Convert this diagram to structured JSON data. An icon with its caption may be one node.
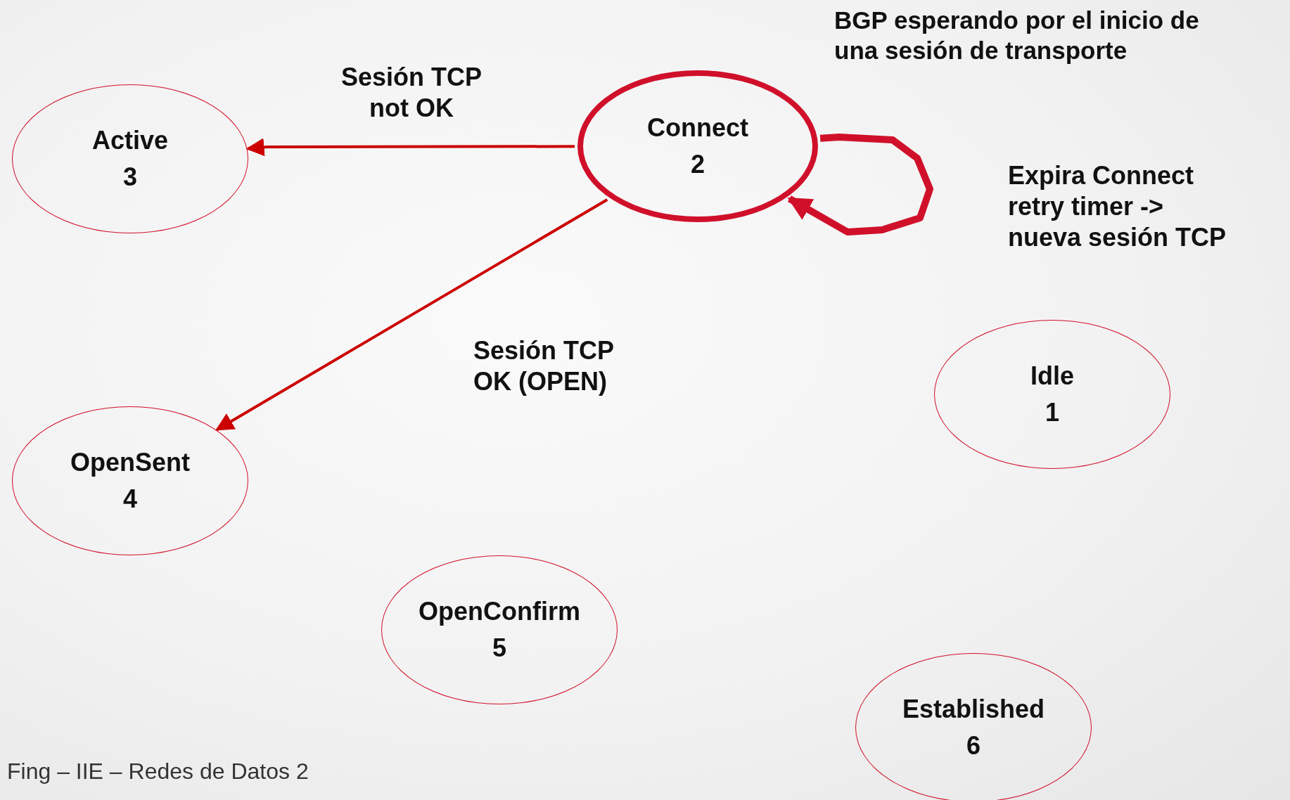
{
  "diagram": {
    "nodes": [
      {
        "text": [
          "Connect",
          "2"
        ]
      },
      {
        "text": [
          "Active",
          "3"
        ]
      },
      {
        "text": [
          "Idle",
          "1"
        ]
      },
      {
        "text": [
          "OpenSent",
          "4"
        ]
      },
      {
        "text": [
          "OpenConfirm",
          "5"
        ]
      },
      {
        "text": [
          "Established",
          "6"
        ]
      }
    ],
    "edges": [
      {
        "from": 0,
        "to": 1,
        "arrow": "to",
        "label": "Sesión TCP not OK"
      },
      {
        "from": 0,
        "to": 3,
        "arrow": "to",
        "label": "Sesión TCP OK (OPEN)"
      },
      {
        "from": 0,
        "to": 0,
        "arrow": "to",
        "label": "Expira Connect retry timer -> nueva sesión TCP",
        "style": "thick"
      }
    ],
    "labels": [
      "BGP esperando por el inicio de una sesión de transporte",
      "Fing – IIE – Redes de Datos 2"
    ]
  }
}
